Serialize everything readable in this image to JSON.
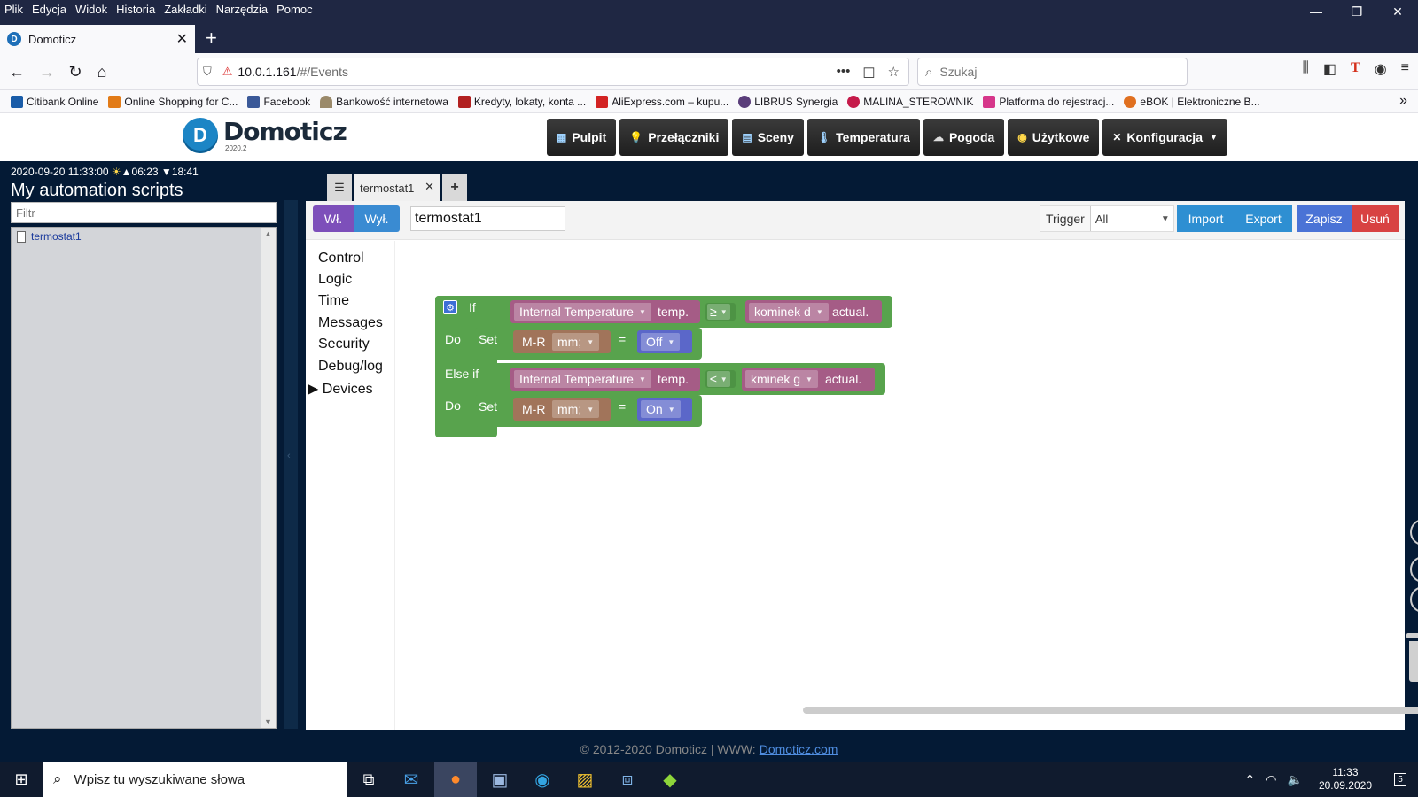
{
  "browser": {
    "menu": [
      "Plik",
      "Edycja",
      "Widok",
      "Historia",
      "Zakładki",
      "Narzędzia",
      "Pomoc"
    ],
    "tab_title": "Domoticz",
    "url_host": "10.0.1.161",
    "url_path": "/#/Events",
    "search_placeholder": "Szukaj",
    "bookmarks": [
      {
        "label": "Citibank Online",
        "color": "#1a5ca8"
      },
      {
        "label": "Online Shopping for C...",
        "color": "#e27b18"
      },
      {
        "label": "Facebook",
        "color": "#3b5998"
      },
      {
        "label": "Bankowość internetowa",
        "color": "#9b8a6a"
      },
      {
        "label": "Kredyty, lokaty, konta ...",
        "color": "#b22020"
      },
      {
        "label": "AliExpress.com – kupu...",
        "color": "#d32323"
      },
      {
        "label": "LIBRUS Synergia",
        "color": "#5a3d7a"
      },
      {
        "label": "MALINA_STEROWNIK",
        "color": "#c51a4a"
      },
      {
        "label": "Platforma do rejestracj...",
        "color": "#d6368a"
      },
      {
        "label": "eBOK | Elektroniczne B...",
        "color": "#e07020"
      }
    ]
  },
  "domoticz": {
    "logo_text": "Domoticz",
    "logo_version": "2020.2",
    "nav": [
      {
        "label": "Pulpit",
        "icon": "▦"
      },
      {
        "label": "Przełączniki",
        "icon": "💡"
      },
      {
        "label": "Sceny",
        "icon": "▤"
      },
      {
        "label": "Temperatura",
        "icon": "🌡"
      },
      {
        "label": "Pogoda",
        "icon": "☁"
      },
      {
        "label": "Użytkowe",
        "icon": "◉"
      },
      {
        "label": "Konfiguracja",
        "icon": "✕"
      }
    ],
    "datetime": "2020-09-20 11:33:00",
    "sunrise": "06:23",
    "sunset": "18:41",
    "scripts_title": "My automation scripts",
    "filter_placeholder": "Filtr",
    "scripts": [
      "termostat1"
    ],
    "editor_tab": "termostat1",
    "btn_on": "Wł.",
    "btn_off": "Wył.",
    "event_name": "termostat1",
    "trigger_label": "Trigger",
    "trigger_value": "All",
    "btn_import": "Import",
    "btn_export": "Export",
    "btn_save": "Zapisz",
    "btn_delete": "Usuń",
    "categories": [
      "Control",
      "Logic",
      "Time",
      "Messages",
      "Security",
      "Debug/log",
      "Devices"
    ],
    "blocks": {
      "if": "If",
      "do": "Do",
      "elseif": "Else if",
      "set": "Set",
      "eq": "=",
      "cond1": {
        "device": "Internal Temperature",
        "prop": "temp.",
        "op": "≥",
        "device2": "kominek d",
        "prop2": "actual."
      },
      "action1": {
        "device": "M-R",
        "prop": "mm;",
        "value": "Off"
      },
      "cond2": {
        "device": "Internal Temperature",
        "prop": "temp.",
        "op": "≤",
        "device2": "kminek g",
        "prop2": "actual."
      },
      "action2": {
        "device": "M-R",
        "prop": "mm;",
        "value": "On"
      }
    },
    "footer_text": "© 2012-2020 Domoticz | WWW:",
    "footer_link": "Domoticz.com"
  },
  "taskbar": {
    "search_placeholder": "Wpisz tu wyszukiwane słowa",
    "time": "11:33",
    "date": "20.09.2020",
    "notifications": "5"
  }
}
